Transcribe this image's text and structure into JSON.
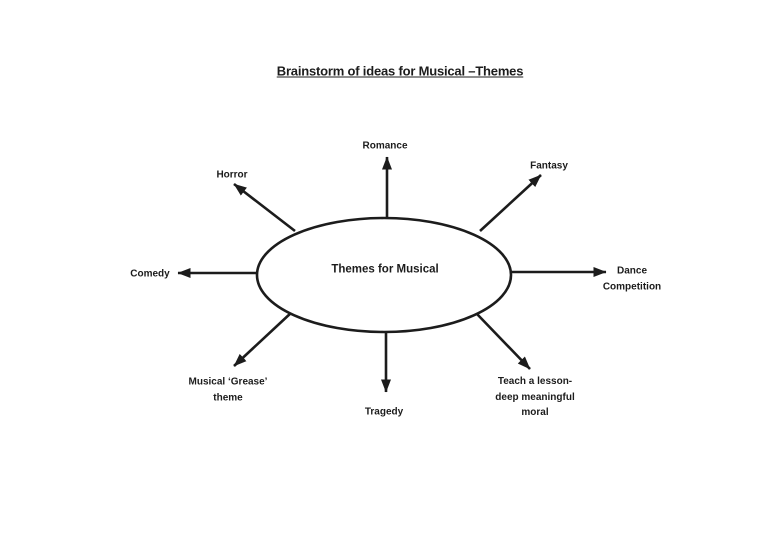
{
  "title": {
    "text": "Brainstorm of ideas for Musical –Themes"
  },
  "center": {
    "label": "Themes for Musical"
  },
  "nodes": [
    {
      "id": "romance",
      "label": "Romance"
    },
    {
      "id": "fantasy",
      "label": "Fantasy"
    },
    {
      "id": "horror",
      "label": "Horror"
    },
    {
      "id": "comedy",
      "label": "Comedy"
    },
    {
      "id": "dance-competition",
      "label": "Dance\nCompetition"
    },
    {
      "id": "musical-grease-theme",
      "label": "Musical ‘Grease’\ntheme"
    },
    {
      "id": "tragedy",
      "label": "Tragedy"
    },
    {
      "id": "teach-a-lesson",
      "label": "Teach a lesson-\ndeep meaningful\nmoral"
    }
  ],
  "colors": {
    "ink": "#1c1c1c",
    "background": "#ffffff"
  }
}
